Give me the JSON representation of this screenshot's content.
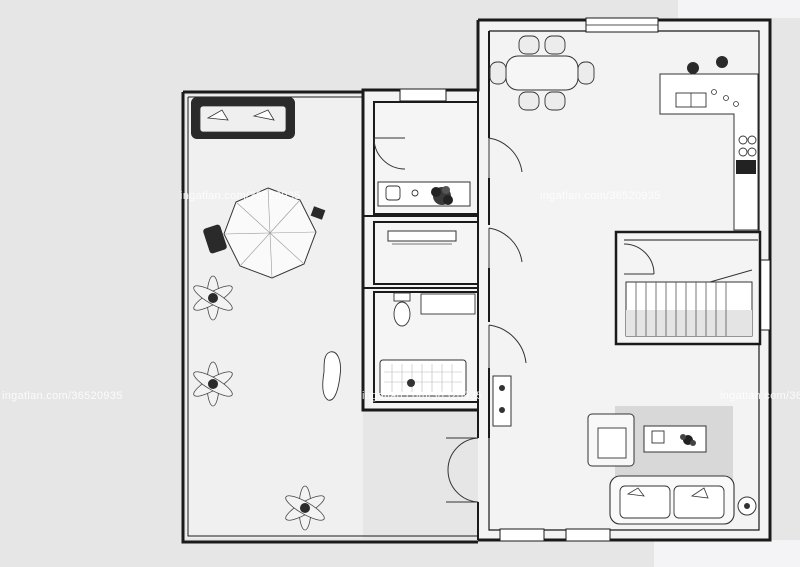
{
  "watermark": {
    "text": "ingatlan.com/36520935"
  },
  "colors": {
    "background": "#e6e6e6",
    "wall": "#1a1a1a",
    "floor": "#f2f2f2",
    "rug": "#d8d8d8",
    "outline": "#555555",
    "plant_dark": "#2b2b2b"
  },
  "rooms": [
    {
      "id": "terrace",
      "label": ""
    },
    {
      "id": "kitchen-dining-living",
      "label": ""
    },
    {
      "id": "utility-room",
      "label": ""
    },
    {
      "id": "storage-room",
      "label": ""
    },
    {
      "id": "bathroom",
      "label": ""
    },
    {
      "id": "stair-hall",
      "label": ""
    }
  ]
}
